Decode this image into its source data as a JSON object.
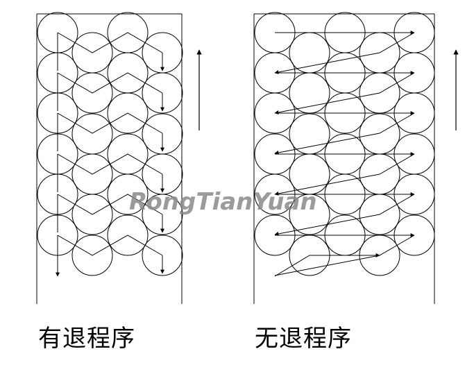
{
  "panels": {
    "left": {
      "caption": "有退程序"
    },
    "right": {
      "caption": "无退程序"
    }
  },
  "watermark": "RongTianYuan",
  "colors": {
    "line": "#000000",
    "watermark": "#8a8a8a",
    "background": "#ffffff"
  }
}
